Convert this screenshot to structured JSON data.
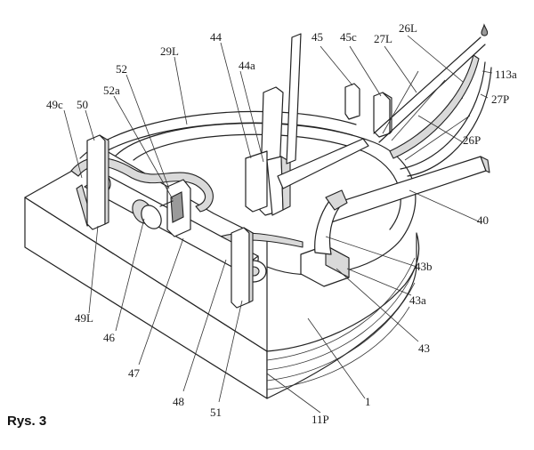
{
  "figure": {
    "caption": "Rys. 3",
    "labels": {
      "l44": "44",
      "l44a": "44a",
      "l45": "45",
      "l45c": "45c",
      "l27L": "27L",
      "l26L": "26L",
      "l113a": "113a",
      "l27P": "27P",
      "l29L": "29L",
      "l52": "52",
      "l52a": "52a",
      "l49c": "49c",
      "l50": "50",
      "l26P": "26P",
      "l40": "40",
      "l43b": "43b",
      "l43a": "43a",
      "l43": "43",
      "l49L": "49L",
      "l46": "46",
      "l47": "47",
      "l48": "48",
      "l51": "51",
      "l1": "1",
      "l11P": "11P"
    }
  }
}
